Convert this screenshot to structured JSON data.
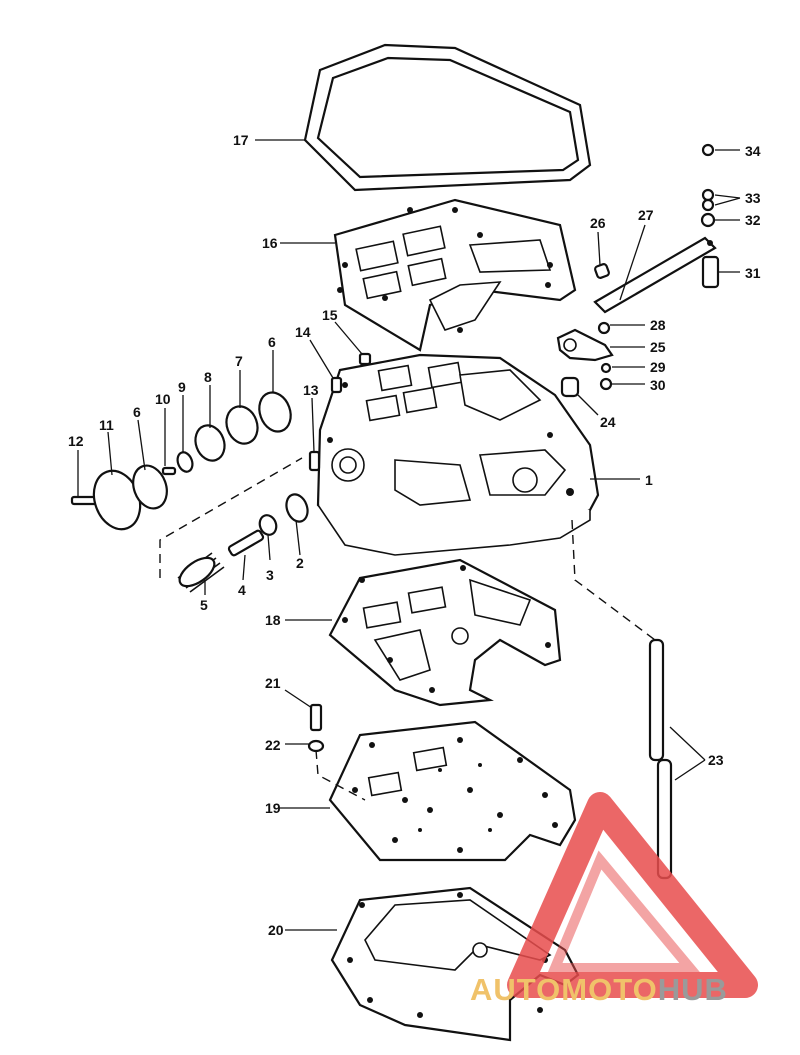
{
  "diagram": {
    "callouts": [
      "1",
      "2",
      "3",
      "4",
      "5",
      "6",
      "6",
      "7",
      "8",
      "9",
      "10",
      "11",
      "12",
      "13",
      "14",
      "15",
      "16",
      "17",
      "18",
      "19",
      "20",
      "21",
      "22",
      "23",
      "24",
      "25",
      "26",
      "27",
      "28",
      "29",
      "30",
      "31",
      "32",
      "33",
      "34"
    ]
  },
  "watermark": {
    "part1": "AUTOMOTO",
    "part2": "HUB",
    "accent_color": "#f0c26a",
    "secondary_color": "#9a9a9a",
    "triangle_color": "#e84d4d"
  }
}
